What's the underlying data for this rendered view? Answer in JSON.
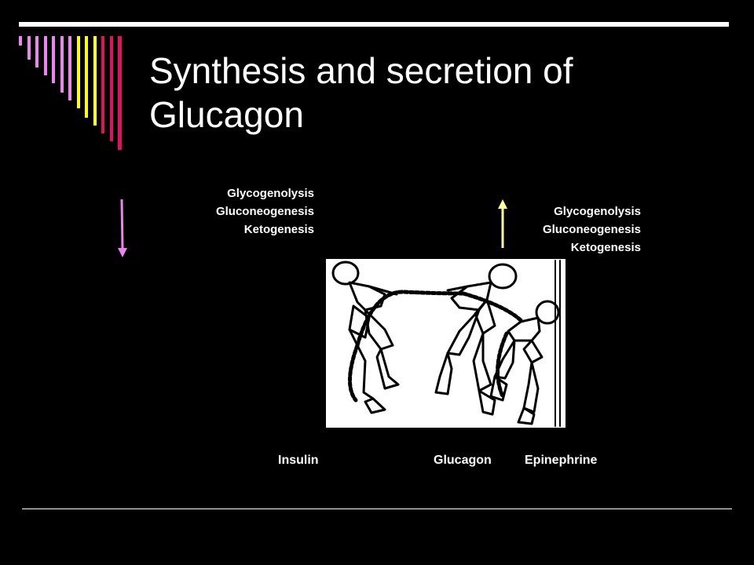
{
  "slide": {
    "title_line1": "Synthesis and secretion of",
    "title_line2": "Glucagon"
  },
  "left_effects": {
    "items": [
      "Glycogenolysis",
      "Gluconeogenesis",
      "Ketogenesis"
    ],
    "arrow_direction": "down",
    "arrow_color": "#ee82ee"
  },
  "right_effects": {
    "items": [
      "Glycogenolysis",
      "Gluconeogenesis",
      "Ketogenesis"
    ],
    "arrow_direction": "up",
    "arrow_color": "#ffff99"
  },
  "illustration": {
    "labels": [
      "Insulin",
      "Glucagon",
      "Epinephrine"
    ]
  },
  "colors": {
    "background": "#000000",
    "text": "#ffffff",
    "stripe_violet": "#ee82ee",
    "stripe_yellow": "#ffff00",
    "stripe_crimson": "#e0115f"
  }
}
